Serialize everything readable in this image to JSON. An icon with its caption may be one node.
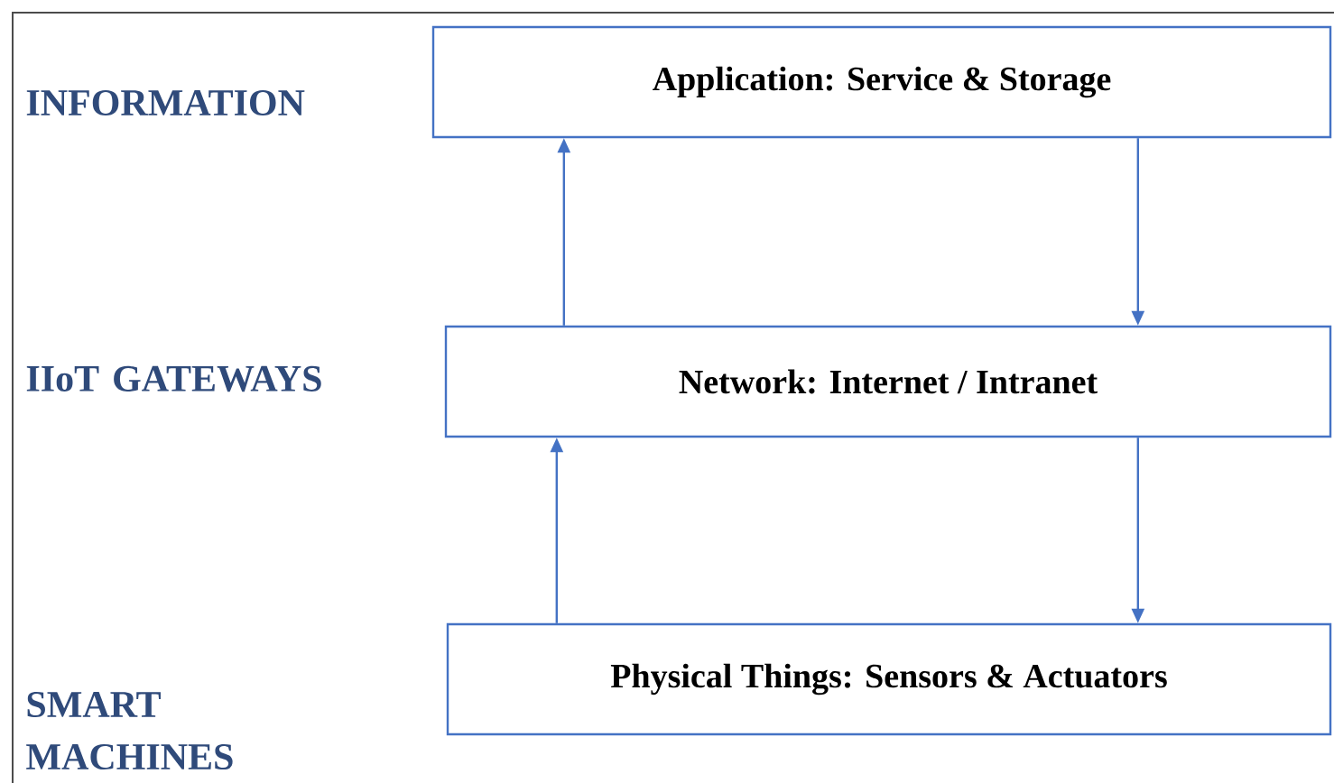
{
  "diagram": {
    "nodes": [
      {
        "text": [
          "Application: Service & Storage"
        ]
      },
      {
        "text": [
          "Network: Internet / Intranet"
        ]
      },
      {
        "text": [
          "Physical Things: Sensors & Actuators"
        ]
      }
    ],
    "edges": [
      {
        "from": 1,
        "to": 0,
        "arrow": "to"
      },
      {
        "from": 0,
        "to": 1,
        "arrow": "to"
      },
      {
        "from": 2,
        "to": 1,
        "arrow": "to"
      },
      {
        "from": 1,
        "to": 2,
        "arrow": "to"
      }
    ],
    "labels": [
      "INFORMATION",
      "IIoT GATEWAYS",
      "SMART MACHINES"
    ]
  }
}
